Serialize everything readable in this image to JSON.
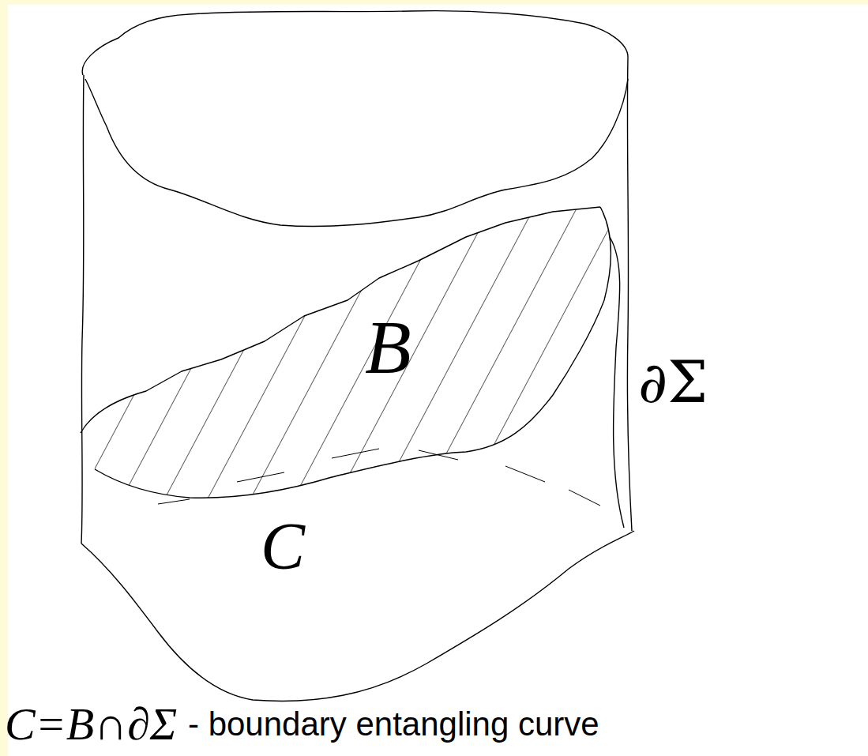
{
  "diagram": {
    "labels": [
      "B",
      "∂Σ",
      "C",
      "C=B∩∂Σ",
      "- boundary entangling curve"
    ]
  }
}
